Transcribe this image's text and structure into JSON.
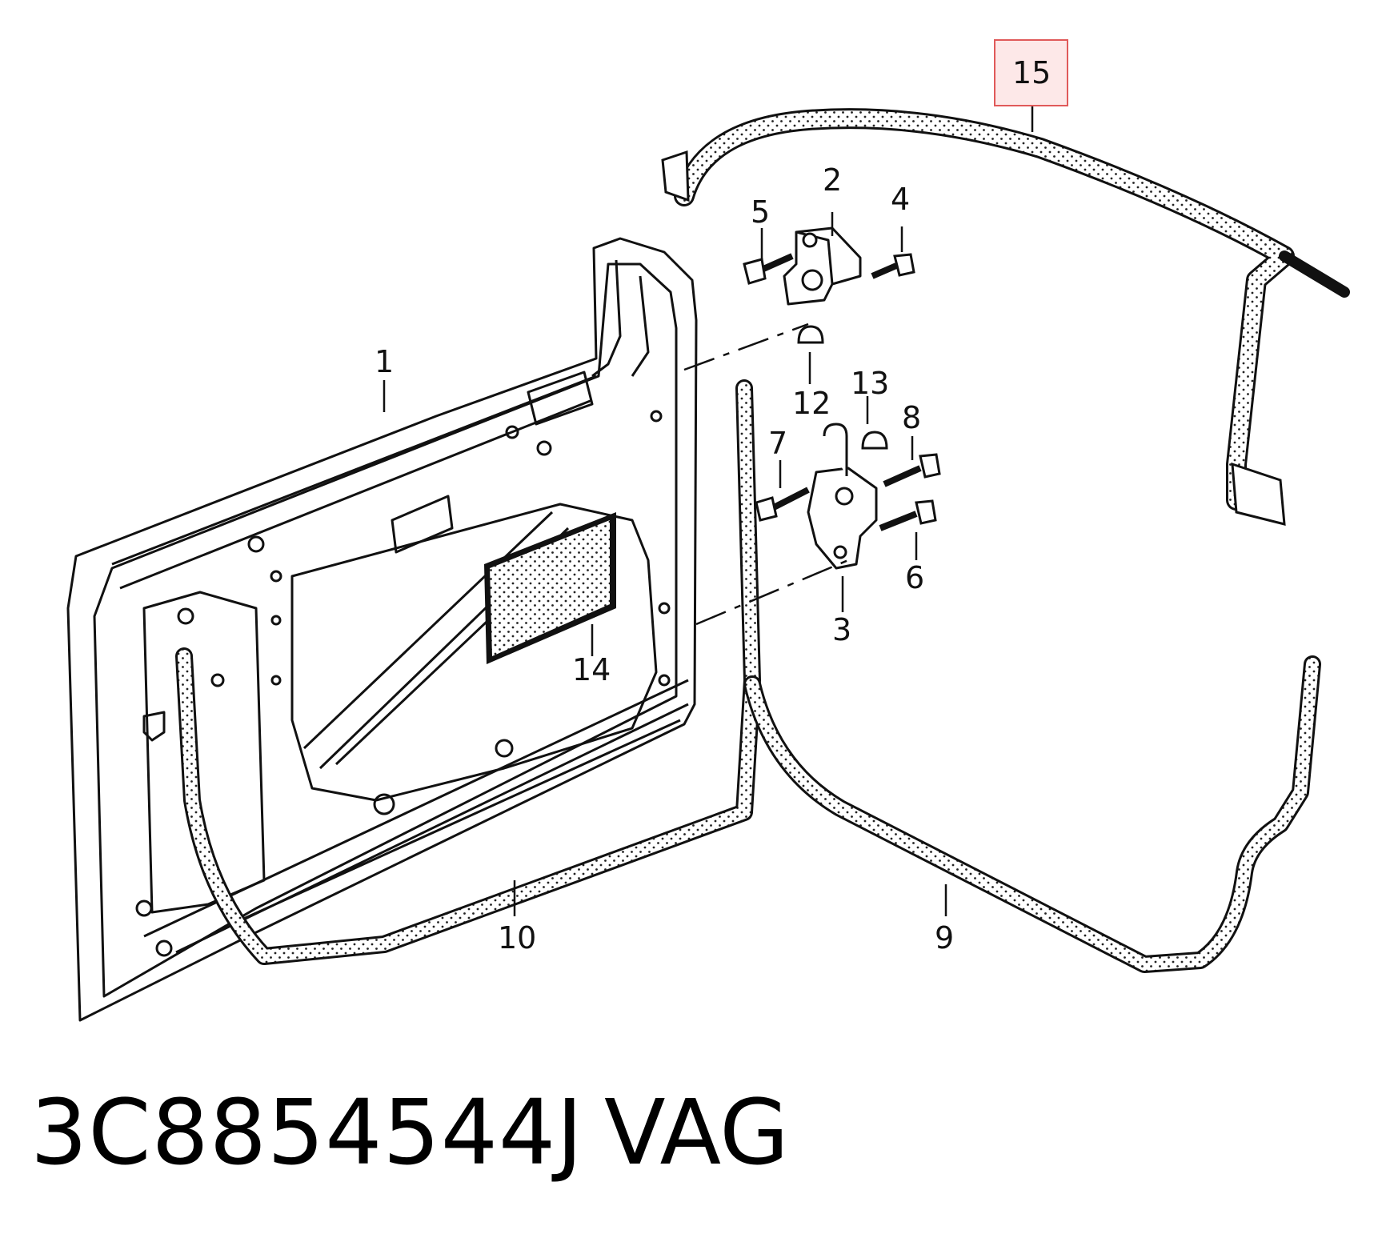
{
  "diagram": {
    "callouts": {
      "c1": "1",
      "c2": "2",
      "c3": "3",
      "c4": "4",
      "c5": "5",
      "c6": "6",
      "c7": "7",
      "c8": "8",
      "c9": "9",
      "c10": "10",
      "c12": "12",
      "c13": "13",
      "c14": "14",
      "c15": "15"
    },
    "highlighted_callout": "15",
    "highlight_color": "#e05a5a"
  },
  "caption": {
    "part_number": "3C8854544J",
    "brand": "VAG"
  }
}
